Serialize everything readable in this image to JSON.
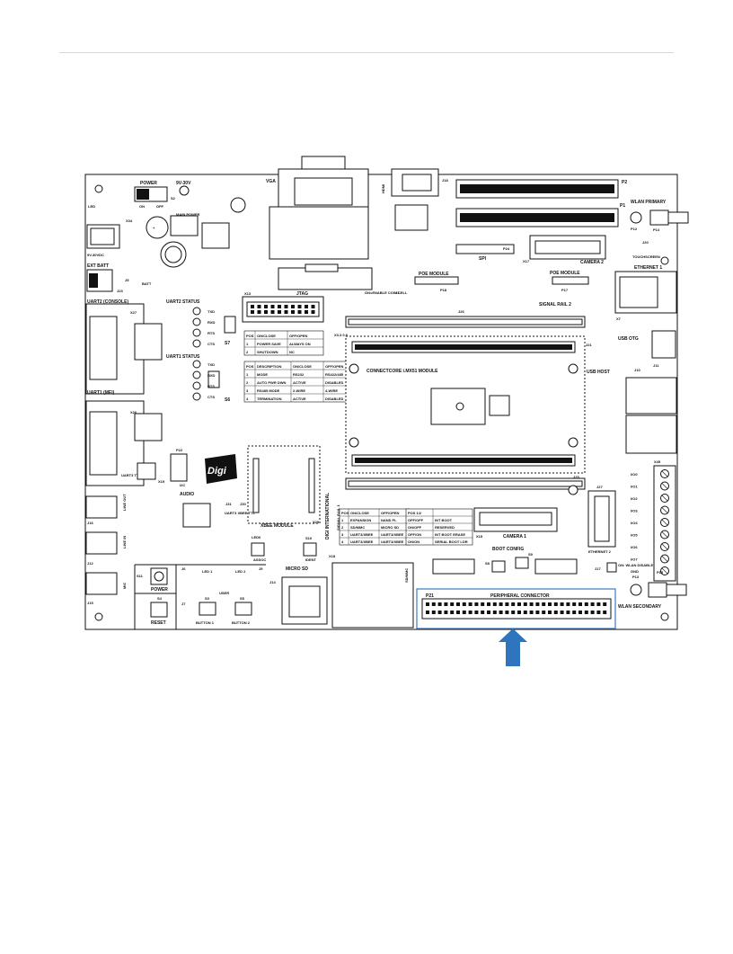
{
  "board": {
    "left_labels": [
      "LED",
      "POWER",
      "9V-30V",
      "ON",
      "OFF",
      "S2",
      "MAIN POWER",
      "9V-30VDC",
      "EXT BATT",
      "BATT",
      "J5",
      "J23",
      "X34"
    ],
    "uart_labels": [
      "UART2 (CONSOLE)",
      "UART2 STATUS",
      "UART1 STATUS",
      "UART1 (MEI)",
      "UART3 TTL",
      "X19",
      "P22",
      "I2C",
      "X27",
      "S7",
      "S6",
      "X26"
    ],
    "status_leds": [
      "TXD",
      "RXD",
      "RTS",
      "CTS"
    ],
    "top_labels": [
      "VGA",
      "X32",
      "HDMI",
      "J18",
      "JTAG",
      "X13",
      "P2",
      "P1",
      "P24",
      "SPI",
      "X17",
      "CAMERA 2",
      "WLAN PRIMARY",
      "P12",
      "P14",
      "TOUCHSCREEN",
      "J20",
      "ETHERNET 1",
      "POE MODULE",
      "P18",
      "P17",
      "SIGNAL RAIL 2",
      "J26",
      "X7",
      "J21",
      "USB OTG",
      "J11",
      "USB HOST",
      "J10",
      "X45"
    ],
    "center_labels": [
      "CONNECTCORE i.MX51 MODULE",
      "X3.3 0.8",
      "J3",
      "ON=ENABLE COIN CELL",
      "DIGI INTERNATIONAL",
      "SIGNAL RAIL 1",
      "J25",
      "J27",
      "ETHERNET 2"
    ],
    "io_labels": [
      "I/O0",
      "I/O1",
      "I/O2",
      "I/O3",
      "I/O4",
      "I/O5",
      "I/O6",
      "I/O7",
      "GND"
    ],
    "bottom_labels": [
      "AUDIO",
      "LINE OUT",
      "LINE IN",
      "MIC",
      "J16",
      "J12",
      "J15",
      "S11",
      "POWER",
      "S4",
      "RESET",
      "J6",
      "J7",
      "LED 1",
      "LED 2",
      "USER",
      "S3",
      "S5",
      "BUTTON 1",
      "BUTTON 2",
      "J31",
      "J30",
      "UART3 XBEE/TTL",
      "J9",
      "MICRO SD",
      "J14",
      "LED0",
      "ASSOC",
      "S10",
      "IDENT",
      "XBEE MODULE",
      "X29",
      "X18",
      "SD/MMC",
      "S8",
      "S9",
      "X15",
      "CAMERA 1",
      "BOOT CONFIG",
      "J17",
      "ON: WLAN DISABLE",
      "P13",
      "P15",
      "WLAN SECONDARY",
      "P21",
      "PERIPHERAL CONNECTOR"
    ],
    "table_s7": {
      "header": [
        "POS",
        "ON/CLOSE",
        "OFF/OPEN"
      ],
      "rows": [
        [
          "1",
          "POWER SAVE",
          "ALWAYS ON"
        ],
        [
          "2",
          "SHUTDOWN",
          "NC"
        ]
      ]
    },
    "table_s6": {
      "header": [
        "POS",
        "DESCRIPTION",
        "ON/CLOSE",
        "OFF/OPEN"
      ],
      "rows": [
        [
          "1",
          "MODE",
          "RS232",
          "RS422/485"
        ],
        [
          "2",
          "AUTO PWR DWN",
          "ACTIVE",
          "DISABLED"
        ],
        [
          "3",
          "RS485 MODE",
          "2-WIRE",
          "4-WIRE"
        ],
        [
          "4",
          "TERMINATION",
          "ACTIVE",
          "DISABLED"
        ]
      ]
    },
    "table_s8": {
      "header": [
        "POS",
        "ON/CLOSE",
        "OFF/OPEN"
      ],
      "rows": [
        [
          "1",
          "EXPANSION",
          "NAND FL"
        ],
        [
          "2",
          "SD/MMC",
          "MICRO SD"
        ],
        [
          "3",
          "UART3/XBEE",
          "UART3/XBEE"
        ],
        [
          "4",
          "UART3/XBEE",
          "UART3/XBEE"
        ]
      ]
    },
    "table_s9": {
      "header": [
        "POS 1/2",
        ""
      ],
      "rows": [
        [
          "OFF/OFF",
          "INT BOOT"
        ],
        [
          "ON/OFF",
          "RESERVED"
        ],
        [
          "OFF/ON",
          "INT BOOT ERASE"
        ],
        [
          "ON/ON",
          "SERIAL BOOT LDR"
        ]
      ]
    },
    "logo_text": "Digi"
  },
  "callout": {
    "highlight_color": "#3a7cbf",
    "arrow_color": "#2f75bd",
    "target": "PERIPHERAL CONNECTOR"
  }
}
